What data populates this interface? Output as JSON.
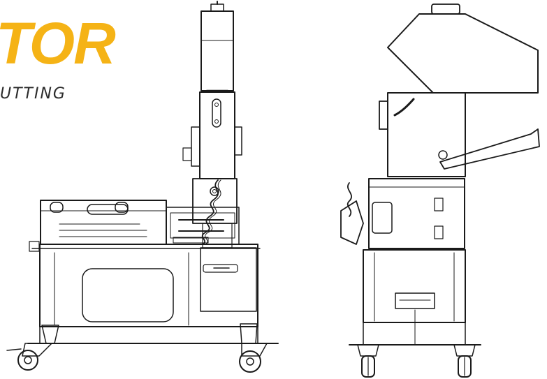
{
  "brand": {
    "name_fragment": "TOR",
    "tagline_fragment": "UTTING",
    "accent_color": "#F5B316",
    "tagline_color": "#2B2B2B"
  },
  "drawing": {
    "line_color": "#1A1A1A",
    "views": [
      "side-view",
      "end-view"
    ]
  }
}
